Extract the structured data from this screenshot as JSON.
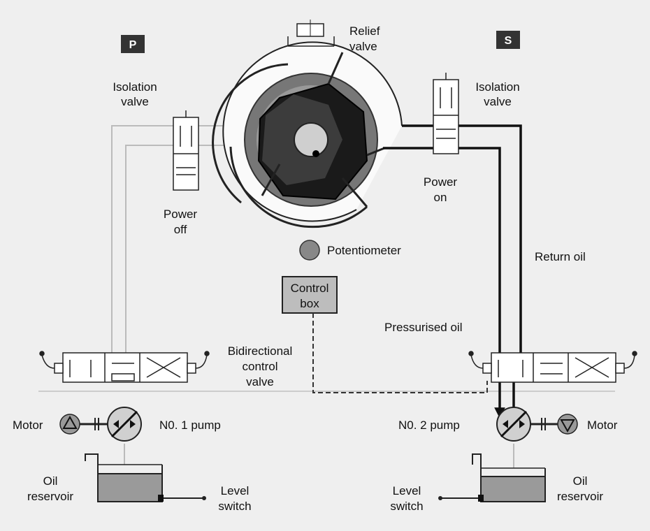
{
  "badges": {
    "port": "P",
    "starboard": "S"
  },
  "labels": {
    "relief_valve": [
      "Relief",
      "valve"
    ],
    "isolation_valve_left": [
      "Isolation",
      "valve"
    ],
    "isolation_valve_right": [
      "Isolation",
      "valve"
    ],
    "power_off": [
      "Power",
      "off"
    ],
    "power_on": [
      "Power",
      "on"
    ],
    "potentiometer": "Potentiometer",
    "return_oil": "Return oil",
    "control_box": [
      "Control",
      "box"
    ],
    "pressurised_oil": "Pressurised oil",
    "bidirectional_control_valve": [
      "Bidirectional",
      "control",
      "valve"
    ],
    "motor_left": "Motor",
    "motor_right": "Motor",
    "pump_1": "N0. 1 pump",
    "pump_2": "N0. 2 pump",
    "oil_reservoir_left": [
      "Oil",
      "reservoir"
    ],
    "oil_reservoir_right": [
      "Oil",
      "reservoir"
    ],
    "level_switch_left": [
      "Level",
      "switch"
    ],
    "level_switch_right": [
      "Level",
      "switch"
    ]
  },
  "colors": {
    "background": "#efefef",
    "pressurised_line": "#111111",
    "idle_line": "#bbbbbb",
    "badge": "#333333",
    "rotor_dark": "#1a1a1a",
    "housing": "#777777",
    "control_box": "#bdbdbd",
    "reservoir_oil": "#9a9a9a"
  },
  "icons": {
    "motor": "motor-circle-triangle-icon",
    "pump": "pump-circle-arrow-icon",
    "potentiometer": "potentiometer-circle-icon"
  }
}
